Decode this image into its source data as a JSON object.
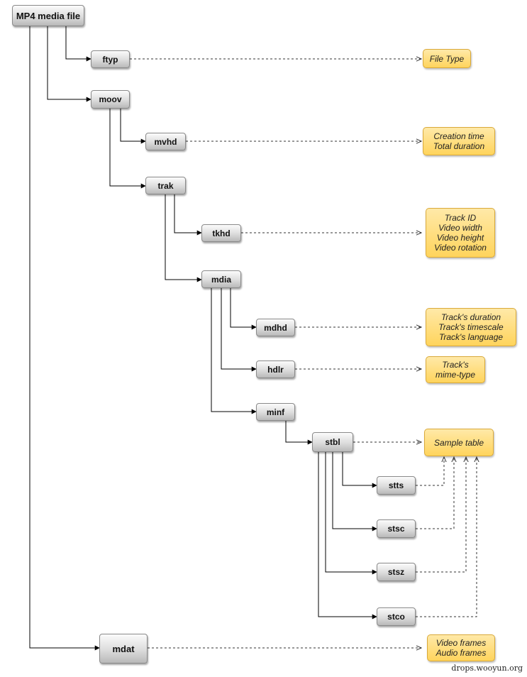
{
  "boxes": {
    "root": "MP4 media file",
    "ftyp": "ftyp",
    "moov": "moov",
    "mvhd": "mvhd",
    "trak": "trak",
    "tkhd": "tkhd",
    "mdia": "mdia",
    "mdhd": "mdhd",
    "hdlr": "hdlr",
    "minf": "minf",
    "stbl": "stbl",
    "stts": "stts",
    "stsc": "stsc",
    "stsz": "stsz",
    "stco": "stco",
    "mdat": "mdat"
  },
  "notes": {
    "ftyp": [
      "File Type"
    ],
    "mvhd": [
      "Creation time",
      "Total duration"
    ],
    "tkhd": [
      "Track ID",
      "Video width",
      "Video height",
      "Video rotation"
    ],
    "mdhd": [
      "Track's duration",
      "Track's timescale",
      "Track's language"
    ],
    "hdlr": [
      "Track's",
      "mime-type"
    ],
    "stbl": [
      "Sample table"
    ],
    "mdat": [
      "Video frames",
      "Audio frames"
    ]
  },
  "watermark": "drops.wooyun.org",
  "colors": {
    "box_fill": "#d4d4d4",
    "note_fill": "#ffd45c",
    "line": "#000000"
  }
}
